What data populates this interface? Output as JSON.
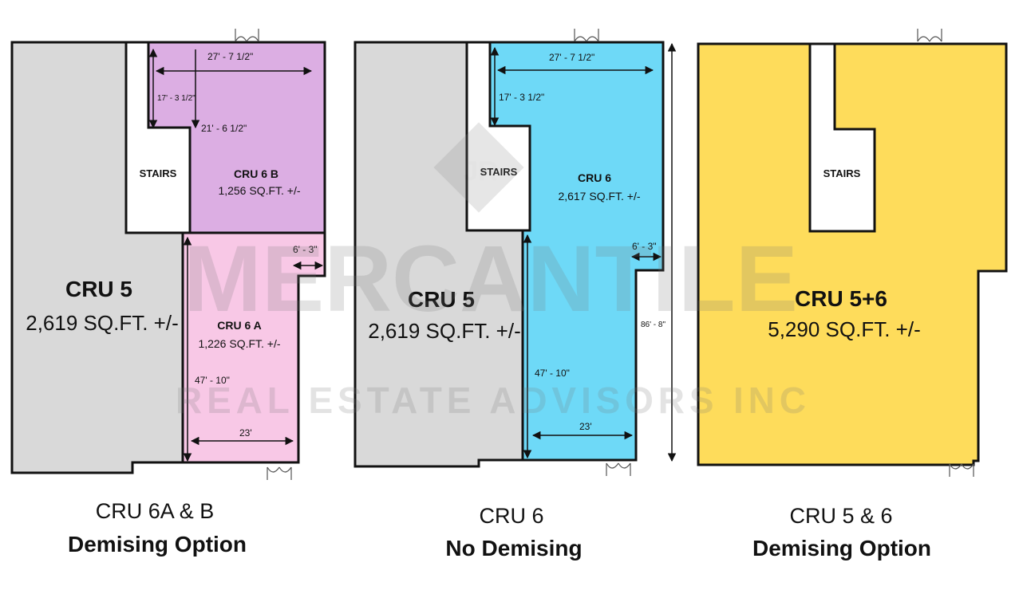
{
  "watermark": {
    "logo_letters": "JR",
    "brand_name": "MERCANTILE",
    "brand_tagline": "REAL ESTATE ADVISORS INC"
  },
  "colors": {
    "cru5_fill": "#d9d9d9",
    "cru6b_fill": "#dcaee3",
    "cru6a_fill": "#f8c8e6",
    "cru6_fill": "#6ed9f7",
    "cru56_fill": "#fedc5b",
    "stairs_fill": "#ffffff",
    "outline": "#111111"
  },
  "plans": [
    {
      "stairs_label": "STAIRS",
      "units": [
        {
          "name": "CRU 5",
          "area": "2,619 SQ.FT. +/-"
        },
        {
          "name": "CRU 6 B",
          "area": "1,256 SQ.FT. +/-"
        },
        {
          "name": "CRU 6 A",
          "area": "1,226 SQ.FT. +/-"
        }
      ],
      "dimensions": [
        "27' - 7 1/2\"",
        "17' - 3 1/2\"",
        "21' - 6 1/2\"",
        "6' - 3\"",
        "47' - 10\"",
        "23'"
      ],
      "caption_line1": "CRU 6A & B",
      "caption_line2": "Demising Option"
    },
    {
      "stairs_label": "STAIRS",
      "units": [
        {
          "name": "CRU 5",
          "area": "2,619 SQ.FT. +/-"
        },
        {
          "name": "CRU 6",
          "area": "2,617 SQ.FT. +/-"
        }
      ],
      "dimensions": [
        "27' - 7 1/2\"",
        "17' - 3 1/2\"",
        "6' - 3\"",
        "47' - 10\"",
        "23'",
        "86' - 8\""
      ],
      "caption_line1": "CRU 6",
      "caption_line2": "No Demising"
    },
    {
      "stairs_label": "STAIRS",
      "units": [
        {
          "name": "CRU 5+6",
          "area": "5,290 SQ.FT. +/-"
        }
      ],
      "dimensions": [],
      "caption_line1": "CRU 5 & 6",
      "caption_line2": "Demising Option"
    }
  ]
}
